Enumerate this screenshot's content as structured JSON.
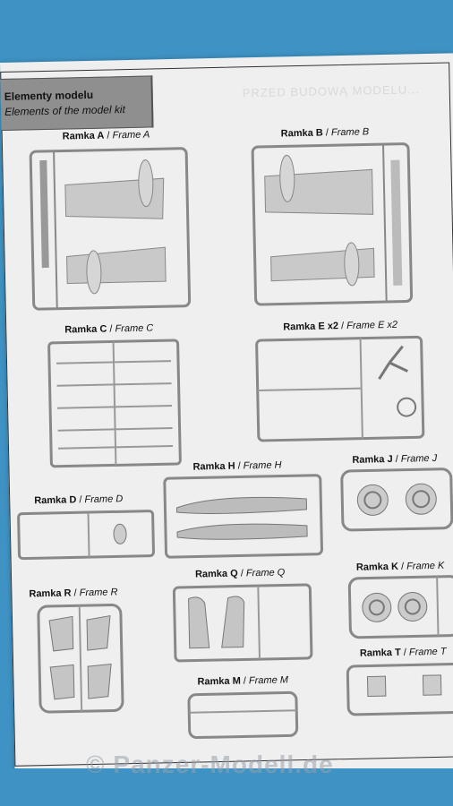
{
  "header": {
    "title_pl": "Elementy modelu",
    "title_en": "Elements of the model kit"
  },
  "ghost_text": "PRZED BUDOWĄ MODELU...",
  "frames": {
    "a": {
      "name": "Ramka A",
      "en": "Frame A"
    },
    "b": {
      "name": "Ramka B",
      "en": "Frame B"
    },
    "c": {
      "name": "Ramka C",
      "en": "Frame C"
    },
    "e": {
      "name": "Ramka E x2",
      "en": "Frame E x2"
    },
    "d": {
      "name": "Ramka D",
      "en": "Frame D"
    },
    "h": {
      "name": "Ramka H",
      "en": "Frame H"
    },
    "j": {
      "name": "Ramka J",
      "en": "Frame J"
    },
    "r": {
      "name": "Ramka R",
      "en": "Frame R"
    },
    "q": {
      "name": "Ramka Q",
      "en": "Frame Q"
    },
    "k": {
      "name": "Ramka K",
      "en": "Frame K"
    },
    "m": {
      "name": "Ramka M",
      "en": "Frame M"
    },
    "t": {
      "name": "Ramka T",
      "en": "Frame T"
    }
  },
  "watermark": "© Panzer-Modell.de",
  "colors": {
    "background": "#3f93c4",
    "paper": "#efefef",
    "header": "#8f8f8f"
  }
}
